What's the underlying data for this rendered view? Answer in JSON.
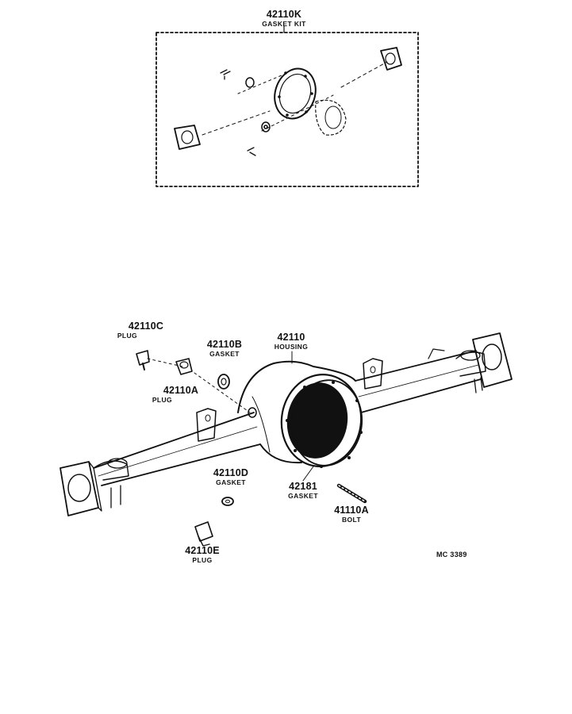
{
  "kit": {
    "part": "42110K",
    "name": "GASKET KIT"
  },
  "parts": [
    {
      "id": "42110C",
      "part": "42110C",
      "name": "PLUG"
    },
    {
      "id": "42110B",
      "part": "42110B",
      "name": "GASKET"
    },
    {
      "id": "42110",
      "part": "42110",
      "name": "HOUSING"
    },
    {
      "id": "42110A",
      "part": "42110A",
      "name": "PLUG"
    },
    {
      "id": "42110D",
      "part": "42110D",
      "name": "GASKET"
    },
    {
      "id": "42181",
      "part": "42181",
      "name": "GASKET"
    },
    {
      "id": "41110A",
      "part": "41110A",
      "name": "BOLT"
    },
    {
      "id": "42110E",
      "part": "42110E",
      "name": "PLUG"
    }
  ],
  "figure_ref": "MC 3389",
  "colors": {
    "ink": "#111111",
    "paper": "#ffffff"
  }
}
